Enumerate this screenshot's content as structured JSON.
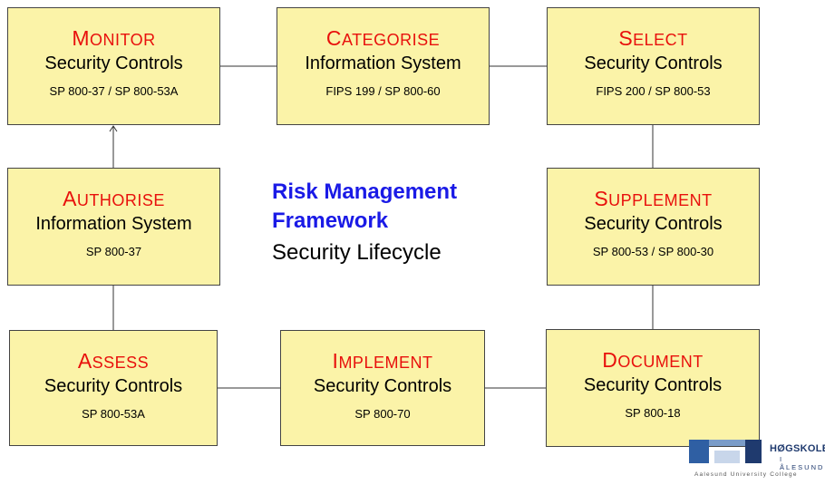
{
  "boxes": {
    "monitor": {
      "cap": "M",
      "rest": "onitor",
      "subtitle": "Security Controls",
      "ref": "SP 800-37 / SP 800-53A"
    },
    "categorise": {
      "cap": "C",
      "rest": "ategorise",
      "subtitle": "Information System",
      "ref": "FIPS 199 / SP 800-60"
    },
    "select": {
      "cap": "S",
      "rest": "elect",
      "subtitle": "Security Controls",
      "ref": "FIPS 200 / SP 800-53"
    },
    "authorise": {
      "cap": "A",
      "rest": "uthorise",
      "subtitle": "Information System",
      "ref": "SP 800-37"
    },
    "supplement": {
      "cap": "S",
      "rest": "upplement",
      "subtitle": "Security Controls",
      "ref": "SP 800-53 / SP 800-30"
    },
    "assess": {
      "cap": "A",
      "rest": "ssess",
      "subtitle": "Security Controls",
      "ref": "SP 800-53A"
    },
    "implement": {
      "cap": "I",
      "rest": "mplement",
      "subtitle": "Security Controls",
      "ref": "SP 800-70"
    },
    "document": {
      "cap": "D",
      "rest": "ocument",
      "subtitle": "Security Controls",
      "ref": "SP 800-18"
    }
  },
  "center": {
    "title_line1": "Risk Management",
    "title_line2": "Framework",
    "subtitle": "Security Lifecycle"
  },
  "logo": {
    "name": "HØGSKOLEN",
    "sub": "I ÅLESUND",
    "tagline": "Aalesund University College"
  },
  "colors": {
    "box_fill": "#fbf3a8",
    "step_title": "#e8100c",
    "center_title": "#1a1ae6",
    "logo_blue": "#1f3a6e"
  }
}
